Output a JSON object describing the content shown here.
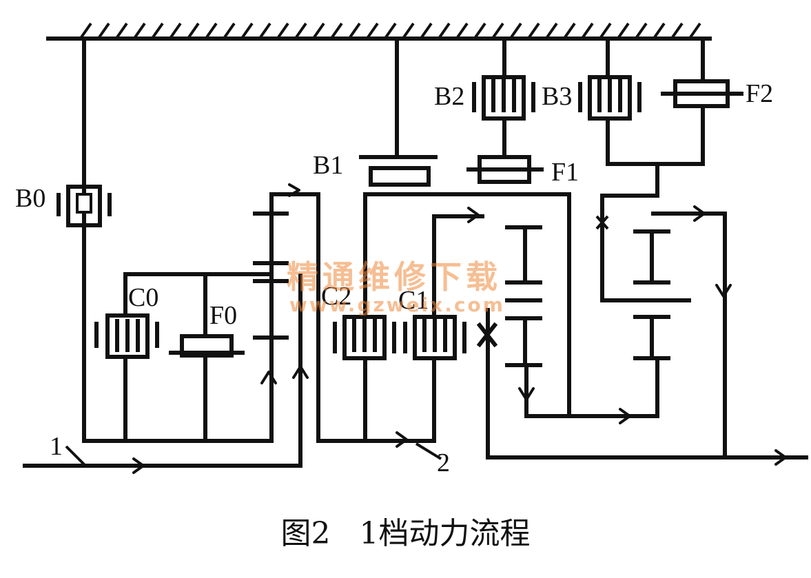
{
  "labels": {
    "b0": "B0",
    "c0": "C0",
    "f0": "F0",
    "b1": "B1",
    "b2": "B2",
    "b3": "B3",
    "f1": "F1",
    "f2": "F2",
    "c2": "C2",
    "c1": "C1",
    "input_number": "1",
    "output_number": "2"
  },
  "watermark": {
    "chinese": "精通维修下载",
    "url": "www.gzweix.com"
  },
  "caption": {
    "figure": "图2",
    "title": "1档动力流程"
  }
}
